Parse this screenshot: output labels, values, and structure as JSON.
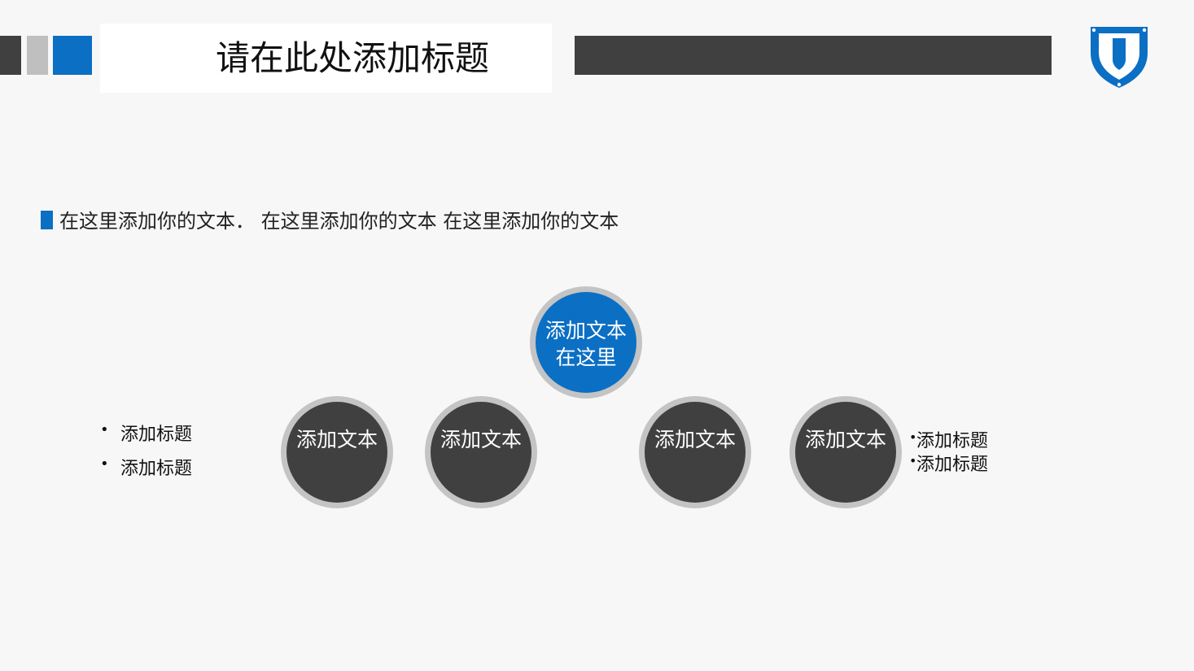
{
  "title": "请在此处添加标题",
  "subtitle": "在这里添加你的文本． 在这里添加你的文本  在这里添加你的文本",
  "colors": {
    "accent_blue": "#0b6fc4",
    "dark_gray": "#404040",
    "light_gray": "#bfbfbf",
    "ring_gray": "#c4c4c4",
    "background": "#f7f7f7"
  },
  "logo": {
    "icon": "shield-icon"
  },
  "top_circle": {
    "line1": "添加文本",
    "line2": "在这里"
  },
  "circles": [
    {
      "label": "添加文本"
    },
    {
      "label": "添加文本"
    },
    {
      "label": "添加文本"
    },
    {
      "label": "添加文本"
    }
  ],
  "left_bullets": [
    "添加标题",
    "添加标题"
  ],
  "right_bullets": [
    "添加标题",
    "添加标题"
  ]
}
